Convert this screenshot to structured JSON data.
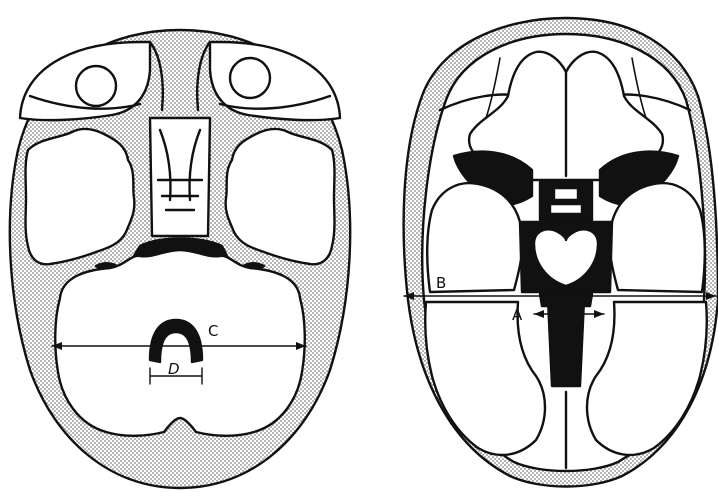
{
  "labels": {
    "a": "A",
    "b": "B",
    "c": "C",
    "d": "D"
  },
  "colors": {
    "ink": "#111111",
    "paper": "#ffffff",
    "stipple": "#9a9a9a"
  }
}
